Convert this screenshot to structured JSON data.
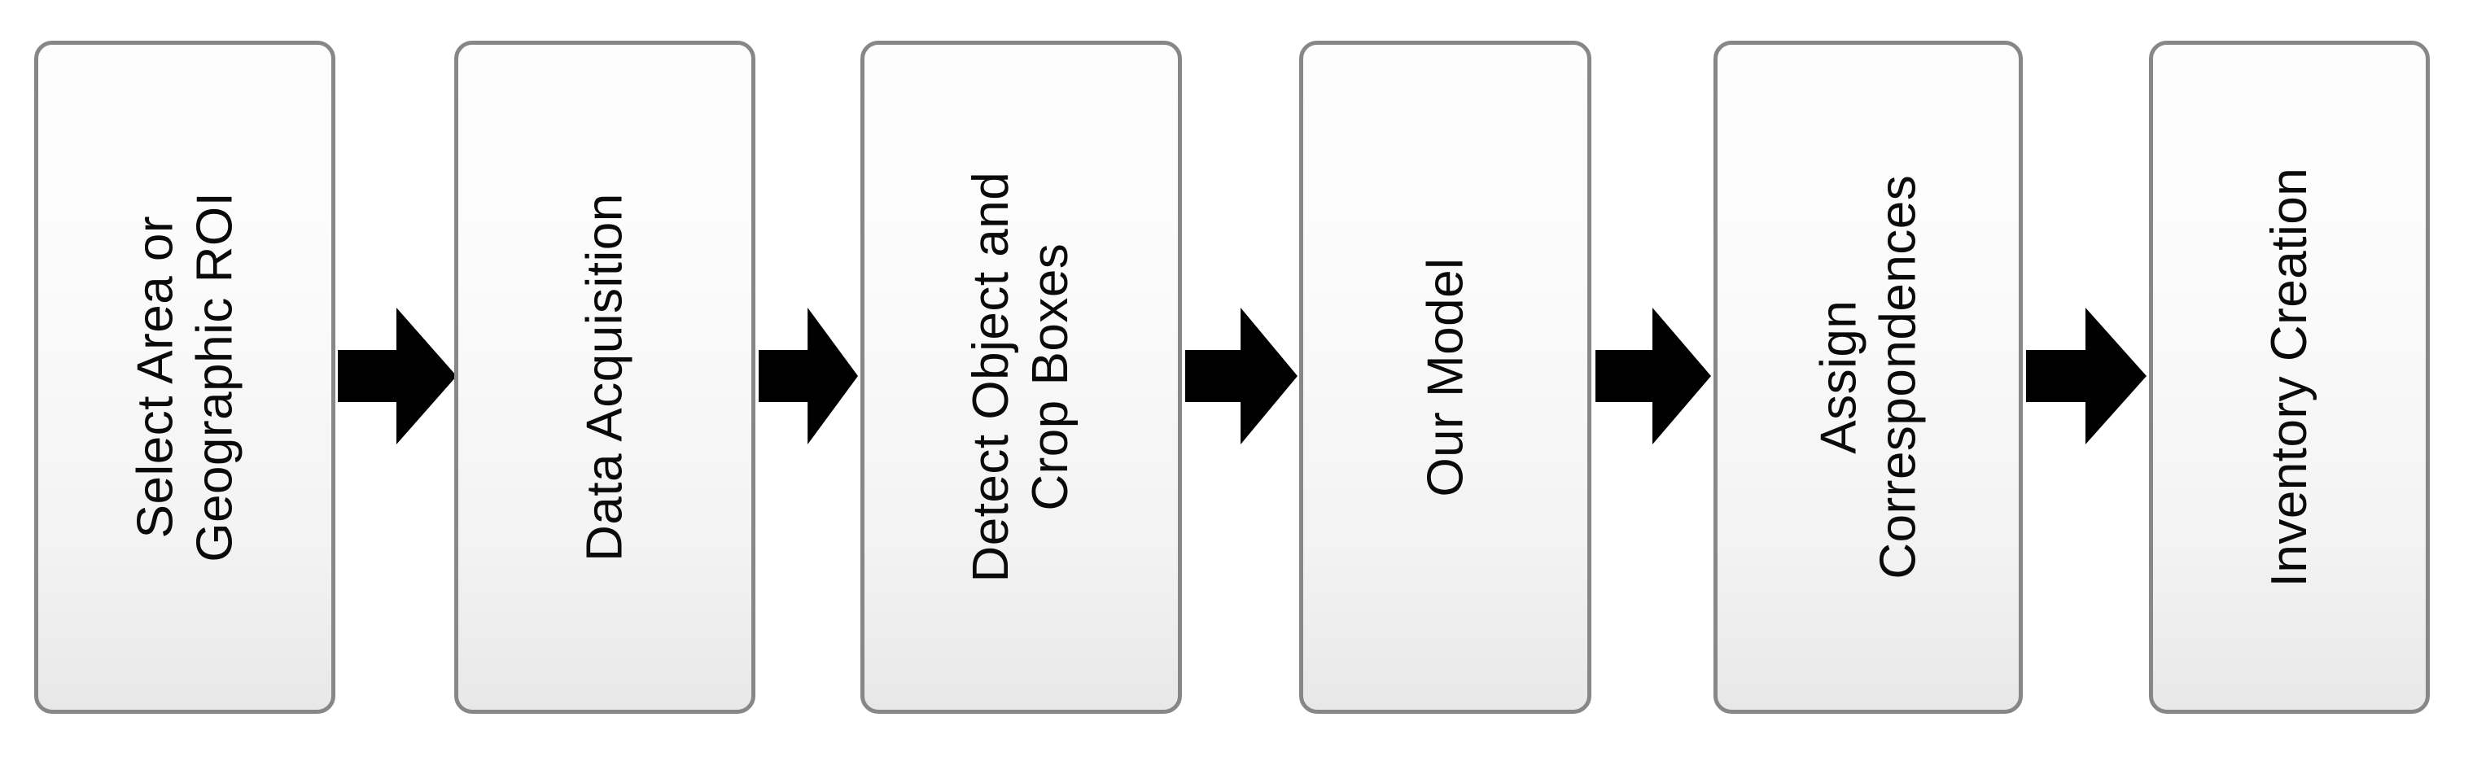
{
  "diagram": {
    "type": "process-flow",
    "orientation": "horizontal",
    "title": "",
    "background_color": "#ffffff",
    "node_border_color": "#878787",
    "node_fill_top_color": "#fdfdfd",
    "node_fill_bottom_color": "#e8e8e8",
    "node_text_color": "#0a0a0a",
    "arrow_color": "#000000",
    "text_orientation": "rotated-90-bottom-to-top",
    "steps": [
      {
        "index": 1,
        "id": "select-area-or-geographic-roi",
        "lines": [
          "Select Area or",
          "Geographic ROI"
        ],
        "text": "Select Area or Geographic ROI"
      },
      {
        "index": 2,
        "id": "data-acquisition",
        "lines": [
          "Data Acquisition"
        ],
        "text": "Data Acquisition"
      },
      {
        "index": 3,
        "id": "detect-object-and-crop-boxes",
        "lines": [
          "Detect Object and",
          "Crop Boxes"
        ],
        "text": "Detect Object and Crop Boxes"
      },
      {
        "index": 4,
        "id": "our-model",
        "lines": [
          "Our Model"
        ],
        "text": "Our Model"
      },
      {
        "index": 5,
        "id": "assign-correspondences",
        "lines": [
          "Assign",
          "Correspondences"
        ],
        "text": "Assign Correspondences"
      },
      {
        "index": 6,
        "id": "inventory-creation",
        "lines": [
          "Inventory Creation"
        ],
        "text": "Inventory Creation"
      }
    ],
    "connectors": [
      {
        "index": 1,
        "from": "select-area-or-geographic-roi",
        "to": "data-acquisition",
        "glyph": "right-arrow"
      },
      {
        "index": 2,
        "from": "data-acquisition",
        "to": "detect-object-and-crop-boxes",
        "glyph": "right-arrow"
      },
      {
        "index": 3,
        "from": "detect-object-and-crop-boxes",
        "to": "our-model",
        "glyph": "right-arrow"
      },
      {
        "index": 4,
        "from": "our-model",
        "to": "assign-correspondences",
        "glyph": "right-arrow"
      },
      {
        "index": 5,
        "from": "assign-correspondences",
        "to": "inventory-creation",
        "glyph": "right-arrow"
      }
    ]
  }
}
